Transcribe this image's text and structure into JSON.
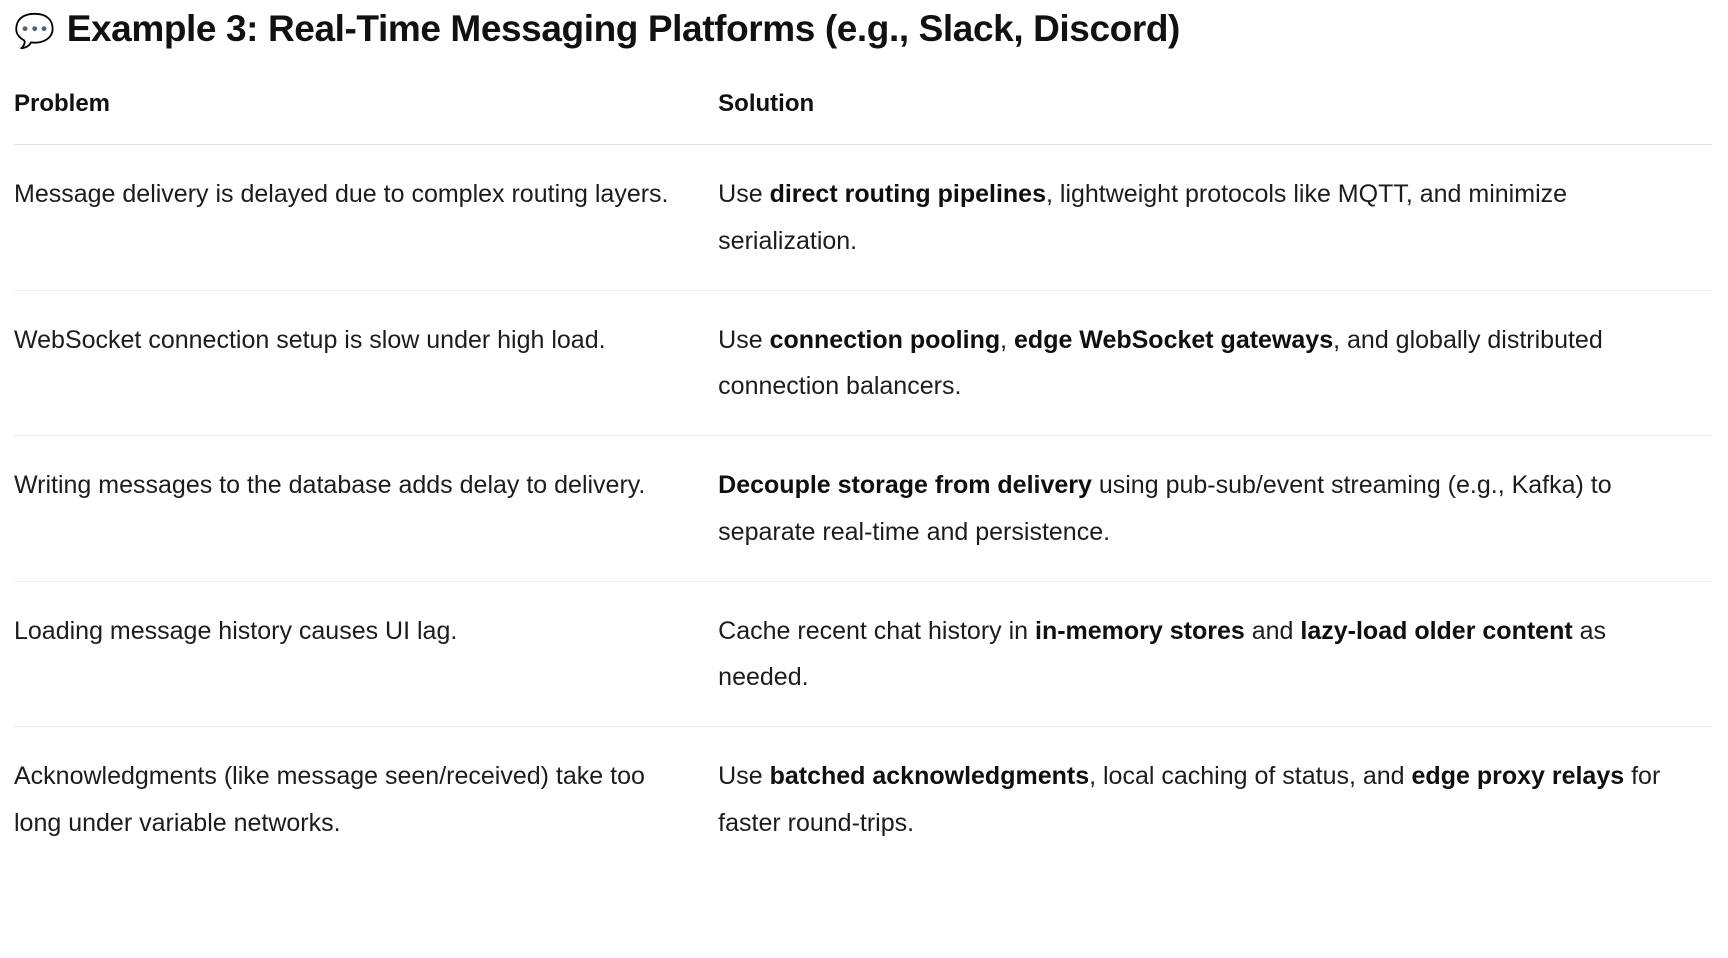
{
  "document": {
    "title_emoji": "💬",
    "title": "Example 3: Real-Time Messaging Platforms (e.g., Slack, Discord)"
  },
  "table": {
    "headers": {
      "problem": "Problem",
      "solution": "Solution"
    },
    "rows": [
      {
        "problem": "Message delivery is delayed due to complex routing layers.",
        "solution_html": "Use <b>direct routing pipelines</b>, lightweight protocols like MQTT, and minimize serialization.",
        "solution_text": "Use direct routing pipelines, lightweight protocols like MQTT, and minimize serialization.",
        "solution_bold_terms": [
          "direct routing pipelines"
        ]
      },
      {
        "problem": "WebSocket connection setup is slow under high load.",
        "solution_html": "Use <b>connection pooling</b>, <b>edge WebSocket gateways</b>, and globally distributed connection balancers.",
        "solution_text": "Use connection pooling, edge WebSocket gateways, and globally distributed connection balancers.",
        "solution_bold_terms": [
          "connection pooling",
          "edge WebSocket gateways"
        ]
      },
      {
        "problem": "Writing messages to the database adds delay to delivery.",
        "solution_html": "<b>Decouple storage from delivery</b> using pub-sub/event streaming (e.g., Kafka) to separate real-time and persistence.",
        "solution_text": "Decouple storage from delivery using pub-sub/event streaming (e.g., Kafka) to separate real-time and persistence.",
        "solution_bold_terms": [
          "Decouple storage from delivery"
        ]
      },
      {
        "problem": "Loading message history causes UI lag.",
        "solution_html": "Cache recent chat history in <b>in-memory stores</b> and <b>lazy-load older content</b> as needed.",
        "solution_text": "Cache recent chat history in in-memory stores and lazy-load older content as needed.",
        "solution_bold_terms": [
          "in-memory stores",
          "lazy-load older content"
        ]
      },
      {
        "problem": "Acknowledgments (like message seen/received) take too long under variable networks.",
        "solution_html": "Use <b>batched acknowledgments</b>, local caching of status, and <b>edge proxy relays</b> for faster round-trips.",
        "solution_text": "Use batched acknowledgments, local caching of status, and edge proxy relays for faster round-trips.",
        "solution_bold_terms": [
          "batched acknowledgments",
          "edge proxy relays"
        ]
      }
    ]
  }
}
